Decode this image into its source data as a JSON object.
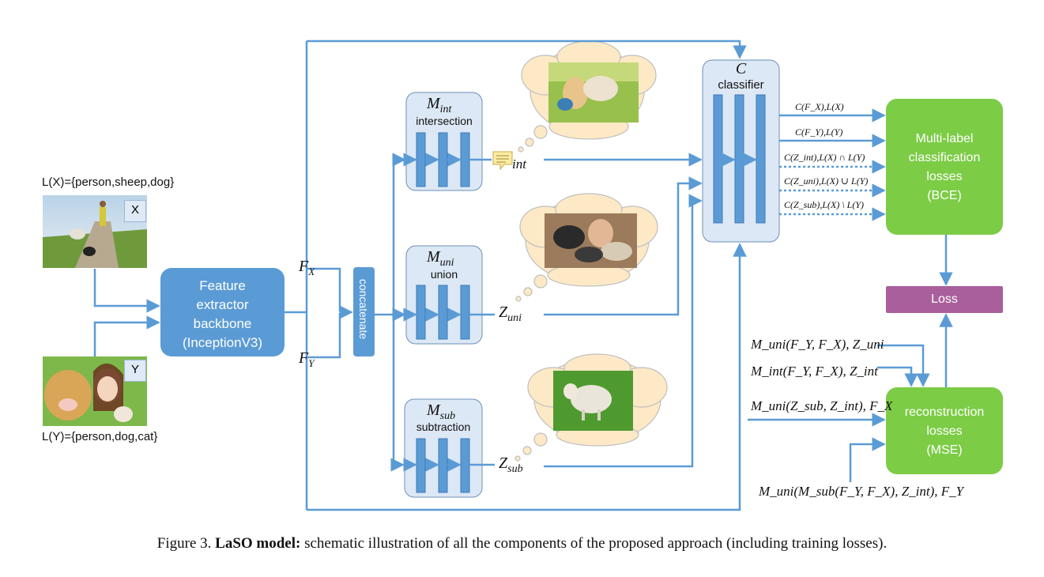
{
  "inputs": {
    "x": {
      "label": "L(X)={person,sheep,dog}",
      "tag": "X"
    },
    "y": {
      "label": "L(Y)={person,dog,cat}",
      "tag": "Y"
    }
  },
  "backbone": {
    "lines": [
      "Feature",
      "extractor",
      "backbone",
      "(InceptionV3)"
    ]
  },
  "features": {
    "fx": "F",
    "fx_sub": "X",
    "fy": "F",
    "fy_sub": "Y"
  },
  "concat": {
    "label": "concatenate"
  },
  "modules": {
    "int": {
      "sym": "M",
      "sub": "int",
      "name": "intersection",
      "out": "int"
    },
    "uni": {
      "sym": "M",
      "sub": "uni",
      "name": "union",
      "out_sym": "Z",
      "out_sub": "uni"
    },
    "sub": {
      "sym": "M",
      "sub": "sub",
      "name": "subtraction",
      "out_sym": "Z",
      "out_sub": "sub"
    }
  },
  "classifier": {
    "sym": "C",
    "name": "classifier"
  },
  "cls_outputs": [
    "C(F_X),L(X)",
    "C(F_Y),L(Y)",
    "C(Z_int),L(X) ∩ L(Y)",
    "C(Z_uni),L(X) ∪ L(Y)",
    "C(Z_sub),L(X) \\ L(Y)"
  ],
  "bce": {
    "lines": [
      "Multi-label",
      "classification",
      "losses",
      "(BCE)"
    ]
  },
  "loss": {
    "label": "Loss"
  },
  "mse": {
    "lines": [
      "reconstruction",
      "losses",
      "(MSE)"
    ]
  },
  "recon_inputs": [
    "M_uni(F_Y, F_X), Z_uni",
    "M_int(F_Y, F_X), Z_int",
    "M_uni(Z_sub, Z_int), F_X",
    "M_uni(M_sub(F_Y, F_X), Z_int), F_Y"
  ],
  "caption": {
    "prefix": "Figure 3. ",
    "bold": "LaSO model:",
    "rest": " schematic illustration of all the components of the proposed approach (including training losses)."
  },
  "colors": {
    "arrow": "#5b9bd5",
    "module_fill": "#dce8f5",
    "backbone": "#5b9bd5",
    "green": "#7ccc46",
    "loss": "#a95f9b"
  }
}
